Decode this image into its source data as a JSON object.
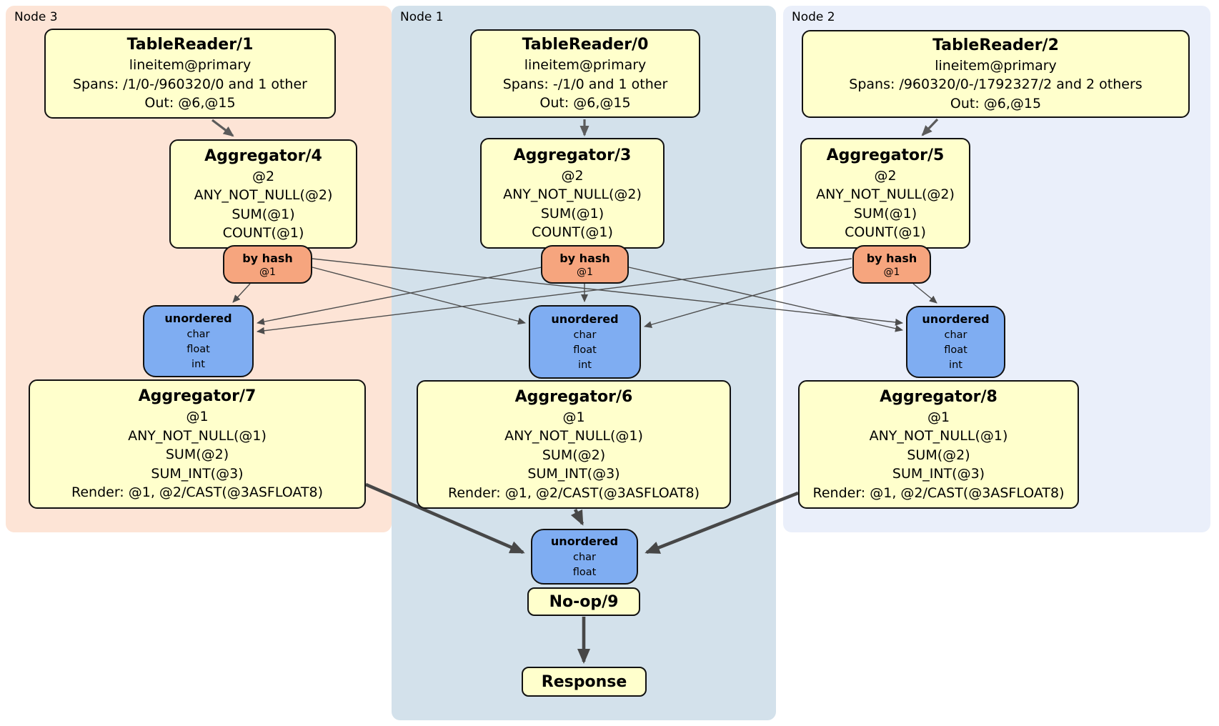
{
  "node_groups": {
    "node3": {
      "label": "Node 3"
    },
    "node1": {
      "label": "Node 1"
    },
    "node2": {
      "label": "Node 2"
    }
  },
  "processors": {
    "tr1": {
      "title": "TableReader/1",
      "lines": [
        "lineitem@primary",
        "Spans: /1/0-/960320/0 and 1 other",
        "Out: @6,@15"
      ]
    },
    "tr0": {
      "title": "TableReader/0",
      "lines": [
        "lineitem@primary",
        "Spans: -/1/0 and 1 other",
        "Out: @6,@15"
      ]
    },
    "tr2": {
      "title": "TableReader/2",
      "lines": [
        "lineitem@primary",
        "Spans: /960320/0-/1792327/2 and 2 others",
        "Out: @6,@15"
      ]
    },
    "agg4": {
      "title": "Aggregator/4",
      "lines": [
        "@2",
        "ANY_NOT_NULL(@2)",
        "SUM(@1)",
        "COUNT(@1)"
      ]
    },
    "agg3": {
      "title": "Aggregator/3",
      "lines": [
        "@2",
        "ANY_NOT_NULL(@2)",
        "SUM(@1)",
        "COUNT(@1)"
      ]
    },
    "agg5": {
      "title": "Aggregator/5",
      "lines": [
        "@2",
        "ANY_NOT_NULL(@2)",
        "SUM(@1)",
        "COUNT(@1)"
      ]
    },
    "agg7": {
      "title": "Aggregator/7",
      "lines": [
        "@1",
        "ANY_NOT_NULL(@1)",
        "SUM(@2)",
        "SUM_INT(@3)",
        "Render: @1, @2/CAST(@3ASFLOAT8)"
      ]
    },
    "agg6": {
      "title": "Aggregator/6",
      "lines": [
        "@1",
        "ANY_NOT_NULL(@1)",
        "SUM(@2)",
        "SUM_INT(@3)",
        "Render: @1, @2/CAST(@3ASFLOAT8)"
      ]
    },
    "agg8": {
      "title": "Aggregator/8",
      "lines": [
        "@1",
        "ANY_NOT_NULL(@1)",
        "SUM(@2)",
        "SUM_INT(@3)",
        "Render: @1, @2/CAST(@3ASFLOAT8)"
      ]
    },
    "noop": {
      "title": "No-op/9"
    },
    "response": {
      "title": "Response"
    }
  },
  "routers": {
    "hash_left": {
      "label": "by hash",
      "detail": "@1"
    },
    "hash_mid": {
      "label": "by hash",
      "detail": "@1"
    },
    "hash_right": {
      "label": "by hash",
      "detail": "@1"
    }
  },
  "syncs": {
    "uno_left": {
      "label": "unordered",
      "types": [
        "char",
        "float",
        "int"
      ]
    },
    "uno_mid": {
      "label": "unordered",
      "types": [
        "char",
        "float",
        "int"
      ]
    },
    "uno_right": {
      "label": "unordered",
      "types": [
        "char",
        "float",
        "int"
      ]
    },
    "uno_final": {
      "label": "unordered",
      "types": [
        "char",
        "float"
      ]
    }
  },
  "colors": {
    "node3_bg": "#fde4d6",
    "node1_bg": "#d3e1eb",
    "node2_bg": "#eaeffa",
    "processor_fill": "#ffffcc",
    "router_fill": "#f6a57e",
    "sync_fill": "#7fadf2",
    "box_border": "#111111",
    "edge_thin": "#4d4d4d",
    "edge_thick": "#474747"
  }
}
